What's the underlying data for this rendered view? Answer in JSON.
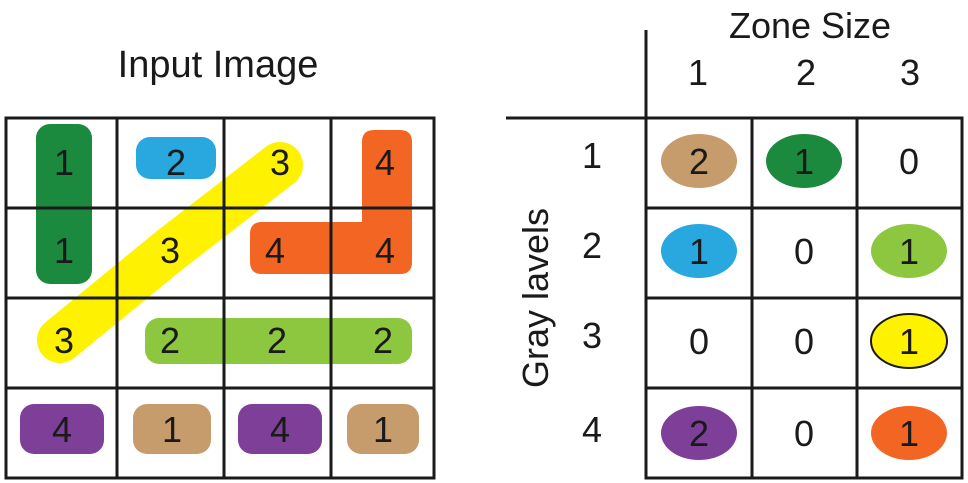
{
  "input_title": "Input Image",
  "matrix_title": "Zone Size",
  "row_axis_label": "Gray lavels",
  "column_headers": [
    "1",
    "2",
    "3"
  ],
  "row_headers": [
    "1",
    "2",
    "3",
    "4"
  ],
  "colors": {
    "dark_green": "#1b8a3e",
    "blue": "#29a8e0",
    "yellow": "#fff200",
    "orange": "#f26522",
    "light_green": "#8dc63f",
    "purple": "#7e3f98",
    "tan": "#c69c6d"
  },
  "input_grid": [
    [
      "1",
      "2",
      "3",
      "4"
    ],
    [
      "1",
      "3",
      "4",
      "4"
    ],
    [
      "3",
      "2",
      "2",
      "2"
    ],
    [
      "4",
      "1",
      "4",
      "1"
    ]
  ],
  "zones": [
    {
      "gray": "1",
      "size": 2,
      "color": "dark_green"
    },
    {
      "gray": "2",
      "size": 1,
      "color": "blue"
    },
    {
      "gray": "3",
      "size": 3,
      "color": "yellow"
    },
    {
      "gray": "4",
      "size": 3,
      "color": "orange"
    },
    {
      "gray": "2",
      "size": 3,
      "color": "light_green"
    },
    {
      "gray": "4",
      "size": 1,
      "color": "purple"
    },
    {
      "gray": "1",
      "size": 1,
      "color": "tan"
    },
    {
      "gray": "4",
      "size": 1,
      "color": "purple"
    },
    {
      "gray": "1",
      "size": 1,
      "color": "tan"
    }
  ],
  "matrix": [
    [
      {
        "value": "2",
        "color": "tan"
      },
      {
        "value": "1",
        "color": "dark_green"
      },
      {
        "value": "0",
        "color": ""
      }
    ],
    [
      {
        "value": "1",
        "color": "blue"
      },
      {
        "value": "0",
        "color": ""
      },
      {
        "value": "1",
        "color": "light_green"
      }
    ],
    [
      {
        "value": "0",
        "color": ""
      },
      {
        "value": "0",
        "color": ""
      },
      {
        "value": "1",
        "color": "yellow"
      }
    ],
    [
      {
        "value": "2",
        "color": "purple"
      },
      {
        "value": "0",
        "color": ""
      },
      {
        "value": "1",
        "color": "orange"
      }
    ]
  ]
}
